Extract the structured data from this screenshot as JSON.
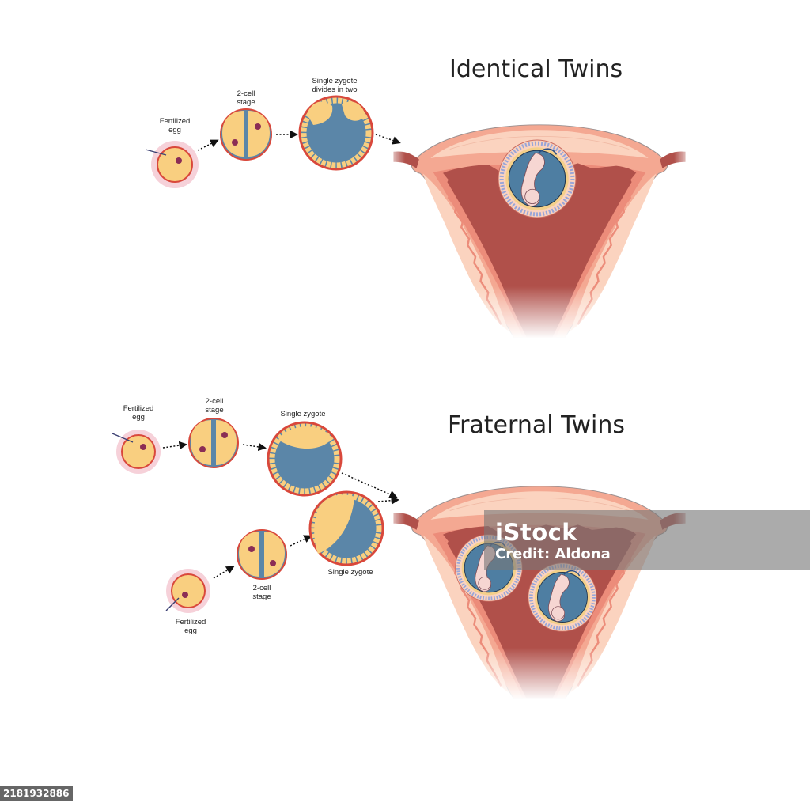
{
  "identical": {
    "title": "Identical Twins",
    "fertilized_egg": [
      "Fertilized",
      "egg"
    ],
    "two_cell": [
      "2-cell",
      "stage"
    ],
    "zygote": [
      "Single zygote",
      "divides in two"
    ]
  },
  "fraternal": {
    "title": "Fraternal Twins",
    "top_fertilized_egg": [
      "Fertilized",
      "egg"
    ],
    "top_two_cell": [
      "2-cell",
      "stage"
    ],
    "top_zygote": "Single zygote",
    "bottom_fertilized_egg": [
      "Fertilized",
      "egg"
    ],
    "bottom_two_cell": [
      "2-cell",
      "stage"
    ],
    "bottom_zygote": "Single zygote"
  },
  "watermark": {
    "logo": "iStock",
    "credit": "Credit: Aldona"
  },
  "image_id": "2181932886",
  "colors": {
    "yolk": "#f9cf80",
    "membrane": "#d9483b",
    "cell_blue": "#5b86a8",
    "uterus_cavity": "#b0504a",
    "uterus_wall": "#f4a892",
    "muscle": "#fbd3bf"
  }
}
